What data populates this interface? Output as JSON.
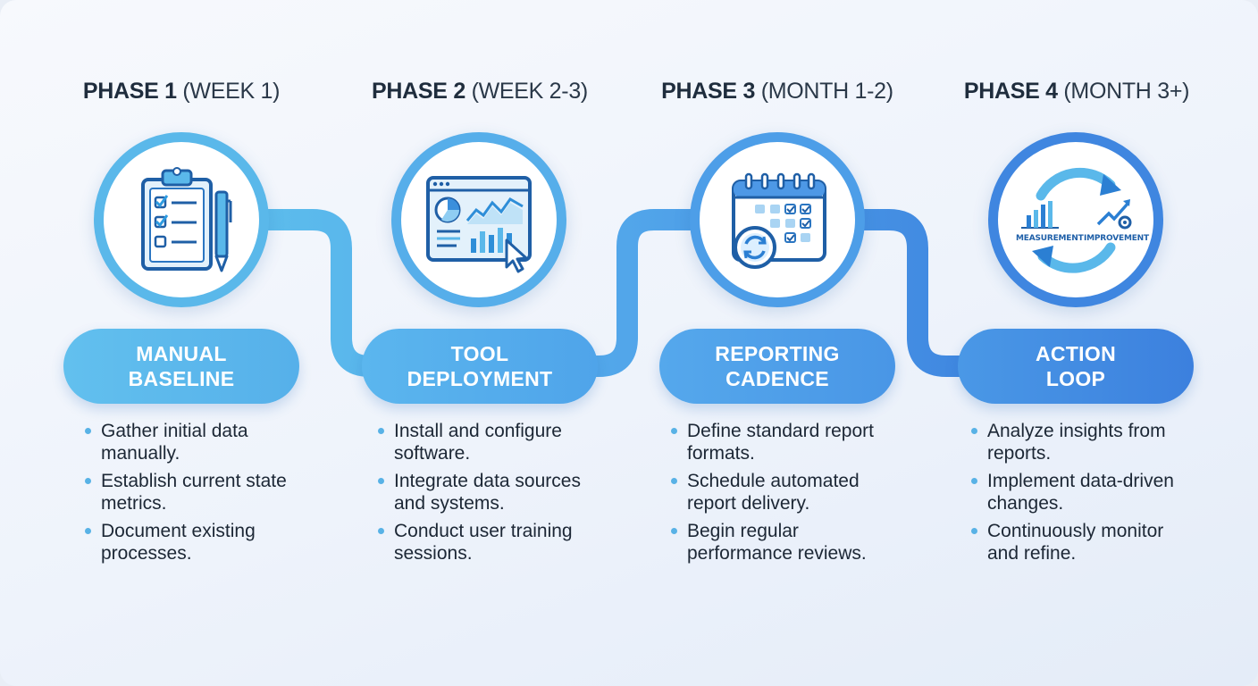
{
  "phases": [
    {
      "name": "PHASE 1",
      "timeframe": "(WEEK 1)",
      "title_line1": "MANUAL",
      "title_line2": "BASELINE",
      "icon": "clipboard-checklist-pen-icon",
      "bullets": [
        "Gather initial data manually.",
        "Establish current state metrics.",
        "Document existing processes."
      ],
      "color": "#5ab8ea"
    },
    {
      "name": "PHASE 2",
      "timeframe": "(WEEK 2-3)",
      "title_line1": "TOOL",
      "title_line2": "DEPLOYMENT",
      "icon": "dashboard-window-cursor-icon",
      "bullets": [
        "Install and configure software.",
        "Integrate data sources and systems.",
        "Conduct user training sessions."
      ],
      "color": "#56a8ea"
    },
    {
      "name": "PHASE 3",
      "timeframe": "(MONTH 1-2)",
      "title_line1": "REPORTING",
      "title_line2": "CADENCE",
      "icon": "calendar-refresh-icon",
      "bullets": [
        "Define standard report formats.",
        "Schedule automated report delivery.",
        "Begin regular performance reviews."
      ],
      "color": "#4d98e6"
    },
    {
      "name": "PHASE 4",
      "timeframe": "(MONTH 3+)",
      "title_line1": "ACTION",
      "title_line2": "LOOP",
      "icon": "cycle-arrows-icon",
      "icon_labels": [
        "MEASUREMENT",
        "IMPROVEMENT"
      ],
      "bullets": [
        "Analyze insights from reports.",
        "Implement data-driven changes.",
        "Continuously monitor and refine."
      ],
      "color": "#3f86e0"
    }
  ]
}
